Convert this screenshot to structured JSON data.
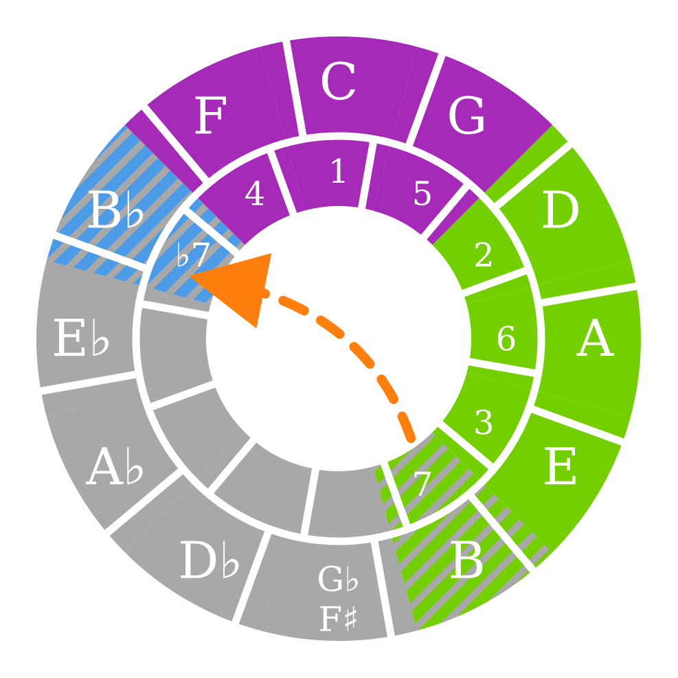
{
  "colors": {
    "purple": "#a52ab7",
    "green": "#74cf01",
    "gray": "#a8a8a8",
    "blue": "#4c9be7",
    "hatch_blue": "#a8a8a8",
    "hatch_green": "#a8a8a8",
    "arrow": "#ff7f0e",
    "separator": "#ffffff"
  },
  "wedges": [
    {
      "outer": [
        "C"
      ],
      "inner": "1",
      "color": "purple",
      "hatch": "none"
    },
    {
      "outer": [
        "G"
      ],
      "inner": "5",
      "color": "purple",
      "hatch": "none"
    },
    {
      "outer": [
        "D"
      ],
      "inner": "2",
      "color": "green",
      "hatch": "none"
    },
    {
      "outer": [
        "A"
      ],
      "inner": "6",
      "color": "green",
      "hatch": "none"
    },
    {
      "outer": [
        "E"
      ],
      "inner": "3",
      "color": "green",
      "hatch": "none"
    },
    {
      "outer": [
        "B"
      ],
      "inner": "7",
      "color": "green",
      "hatch": "hatch_green"
    },
    {
      "outer": [
        "G♭",
        "F♯"
      ],
      "inner": "",
      "color": "gray",
      "hatch": "none"
    },
    {
      "outer": [
        "D♭"
      ],
      "inner": "",
      "color": "gray",
      "hatch": "none"
    },
    {
      "outer": [
        "A♭"
      ],
      "inner": "",
      "color": "gray",
      "hatch": "none"
    },
    {
      "outer": [
        "E♭"
      ],
      "inner": "",
      "color": "gray",
      "hatch": "none"
    },
    {
      "outer": [
        "B♭"
      ],
      "inner": "♭7",
      "color": "blue",
      "hatch": "hatch_blue"
    },
    {
      "outer": [
        "F"
      ],
      "inner": "4",
      "color": "purple",
      "hatch": "none"
    }
  ],
  "arrow": {
    "from_wedge": "B",
    "to_wedge": "B♭",
    "style": "dashed"
  }
}
